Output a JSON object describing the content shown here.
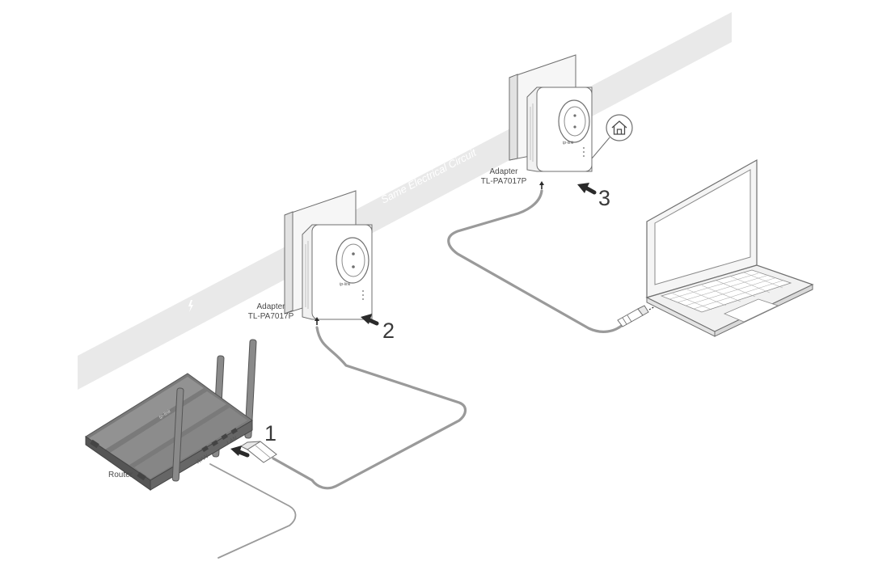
{
  "band": {
    "text": "Same Electrical Circuit",
    "lightning_icon": "lightning-icon"
  },
  "router": {
    "label": "Router",
    "wan_port_label": "WAN",
    "lan_port_label": "LAN",
    "logo_text": "tp-link"
  },
  "adapter1": {
    "line1": "Adapter",
    "line2": "TL-PA7017P",
    "step": "2",
    "logo_text": "tp-link"
  },
  "adapter2": {
    "line1": "Adapter",
    "line2": "TL-PA7017P",
    "step": "3",
    "logo_text": "tp-link",
    "callout_icon": "house-icon"
  },
  "router_step": "1",
  "laptop": {
    "icon": "laptop-icon"
  },
  "colors": {
    "band": "#e9e9e9",
    "cable": "#9a9a9a",
    "outline": "#6f6f6f",
    "router": "#8a8a8a",
    "router_dark": "#555555",
    "arrow": "#2a2a2a"
  }
}
